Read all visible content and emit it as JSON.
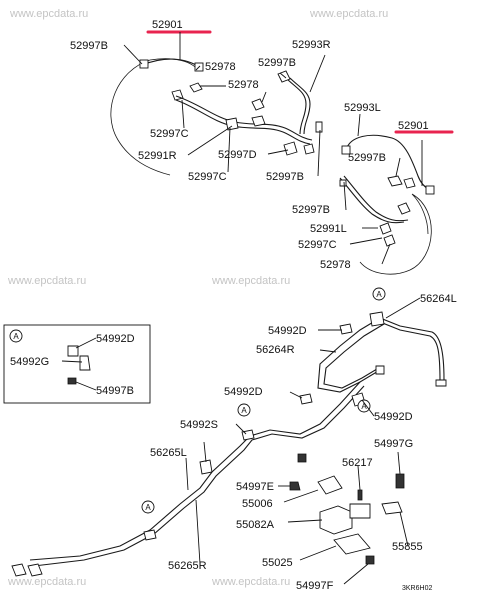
{
  "watermark": "www.epcdata.ru",
  "colors": {
    "highlight": "#e8244f",
    "line": "#111111",
    "watermark": "#c4c4c4"
  },
  "labels": {
    "p52901_a": "52901",
    "p52997B_a": "52997B",
    "p52978_a": "52978",
    "p52993R": "52993R",
    "p52997B_b": "52997B",
    "p52978_b": "52978",
    "p52997C_a": "52997C",
    "p52991R": "52991R",
    "p52997D_a": "52997D",
    "p52997C_b": "52997C",
    "p52997B_c": "52997B",
    "p52993L": "52993L",
    "p52901_b": "52901",
    "p52997B_d": "52997B",
    "p52997B_e": "52997B",
    "p52991L": "52991L",
    "p52997C_c": "52997C",
    "p52978_c": "52978",
    "p56264L": "56264L",
    "p54992D_a": "54992D",
    "p56264R": "56264R",
    "p54992D_b": "54992D",
    "p54992D_c": "54992D",
    "p54992S": "54992S",
    "p56265L": "56265L",
    "p54997G": "54997G",
    "p56217": "56217",
    "p54997E": "54997E",
    "p55006": "55006",
    "p55082A": "55082A",
    "p56265R": "56265R",
    "p55855": "55855",
    "p55025": "55025",
    "p54997F": "54997F",
    "inset_54992D": "54992D",
    "inset_54992G": "54992G",
    "inset_54997B": "54997B",
    "diagram_code": "3KR6H02"
  },
  "callouts": {
    "a": "A"
  }
}
